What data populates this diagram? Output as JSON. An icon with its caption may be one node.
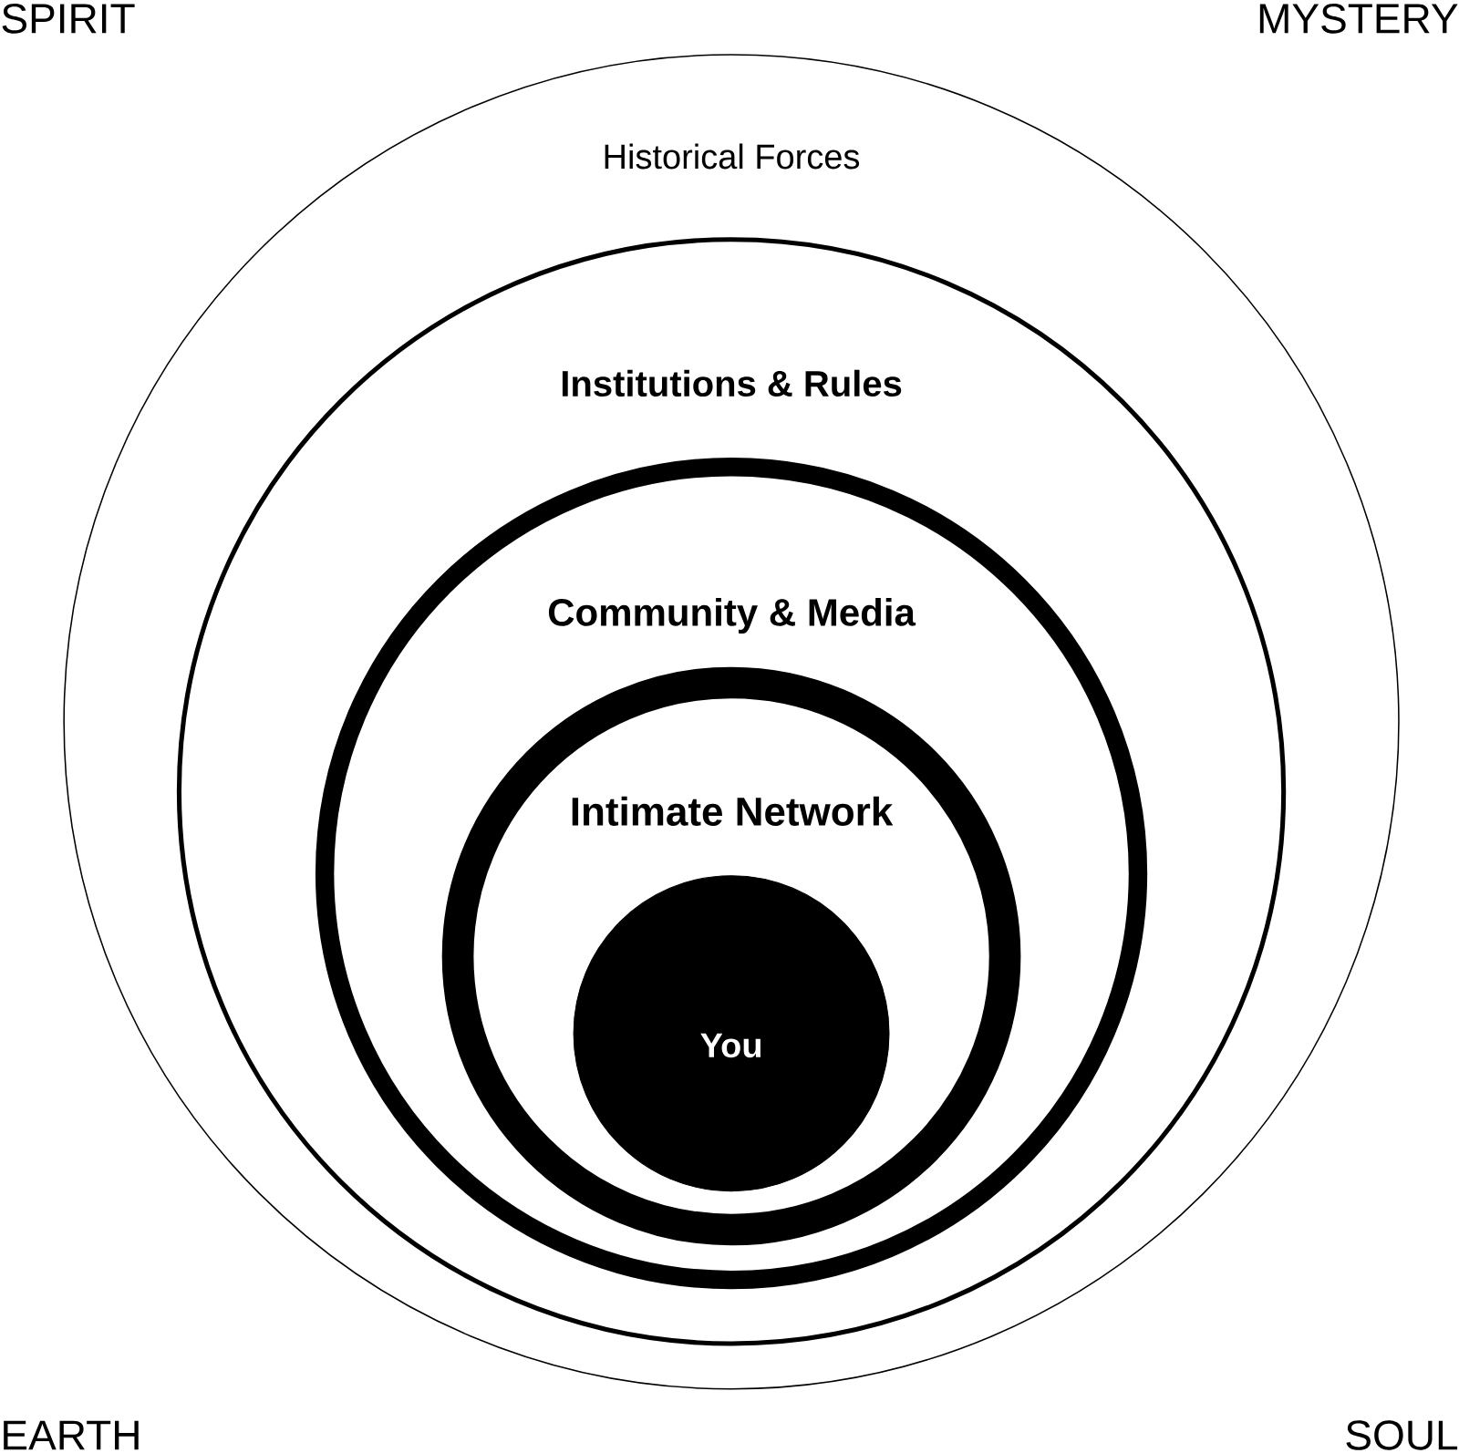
{
  "diagram": {
    "nodes": [
      {
        "text": [
          "Historical Forces"
        ]
      },
      {
        "text": [
          "Institutions & Rules"
        ],
        "in": 0
      },
      {
        "text": [
          "Community & Media"
        ],
        "in": 1
      },
      {
        "text": [
          "Intimate Network"
        ],
        "in": 2
      },
      {
        "text": [
          "You"
        ],
        "in": 3
      }
    ],
    "labels": [
      "SPIRIT",
      "MYSTERY",
      "EARTH",
      "SOUL"
    ]
  }
}
